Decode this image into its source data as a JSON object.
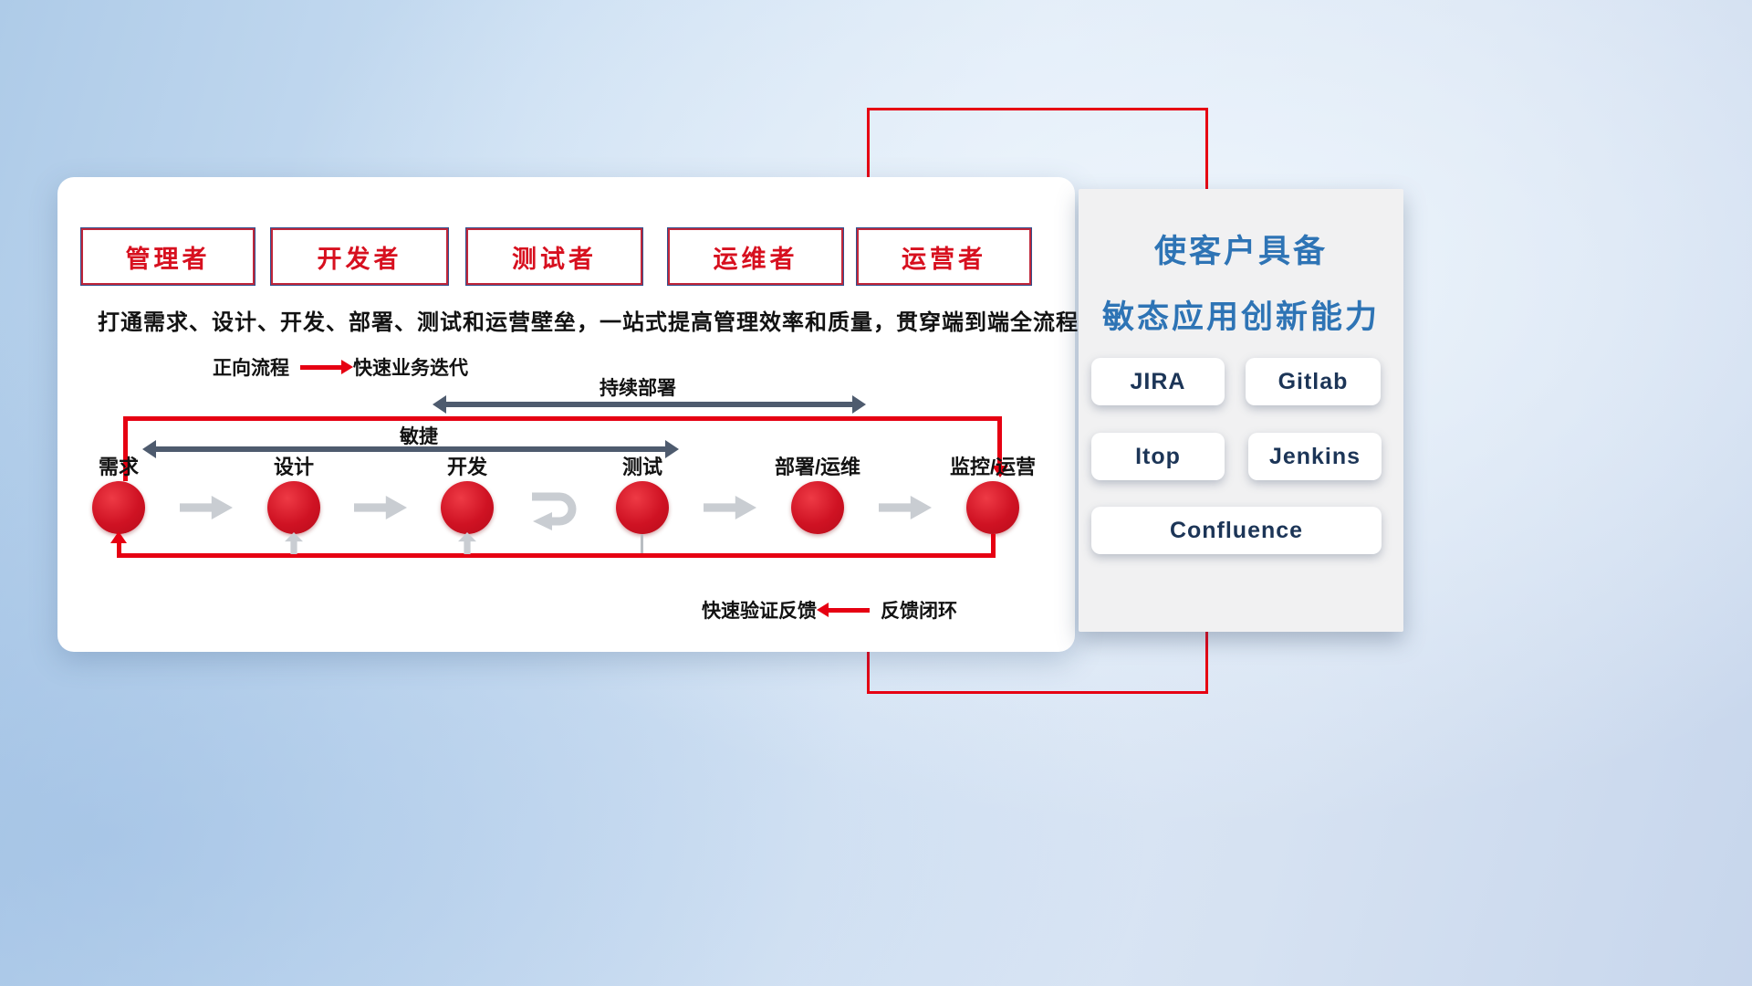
{
  "colors": {
    "red": "#e60012",
    "circle-red": "#cf1223",
    "text-red": "#d7101f",
    "navy": "#1f3864",
    "blue": "#2e74b5",
    "dark-arrow": "#4e5b6e",
    "gray-arrow": "#c9cdd2"
  },
  "card": {
    "roles": [
      {
        "label": "管理者"
      },
      {
        "label": "开发者"
      },
      {
        "label": "测试者"
      },
      {
        "label": "运维者"
      },
      {
        "label": "运营者"
      }
    ],
    "description": "打通需求、设计、开发、部署、测试和运营壁垒，一站式提高管理效率和质量，贯穿端到端全流程",
    "legend_forward": {
      "label": "正向流程",
      "value": "快速业务迭代"
    },
    "cd_label": "持续部署",
    "agile_label": "敏捷",
    "stages": [
      {
        "label": "需求"
      },
      {
        "label": "设计"
      },
      {
        "label": "开发"
      },
      {
        "label": "测试"
      },
      {
        "label": "部署/运维"
      },
      {
        "label": "监控/运营"
      }
    ],
    "legend_feedback": {
      "label": "快速验证反馈",
      "value": "反馈闭环"
    }
  },
  "panel": {
    "title_line1": "使客户具备",
    "title_line2": "敏态应用创新能力",
    "tools": [
      {
        "label": "JIRA"
      },
      {
        "label": "Gitlab"
      },
      {
        "label": "Itop"
      },
      {
        "label": "Jenkins"
      },
      {
        "label": "Confluence"
      }
    ]
  }
}
